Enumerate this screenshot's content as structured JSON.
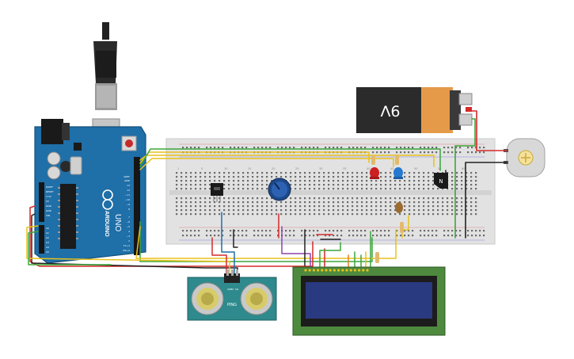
{
  "board": {
    "brand": "ARDUINO",
    "model": "UNO",
    "power_header": [
      "IOREF",
      "RESET",
      "3.3V",
      "5V",
      "GND",
      "GND",
      "VIN"
    ],
    "analog_header": [
      "A0",
      "A1",
      "A2",
      "A3",
      "A4",
      "A5"
    ],
    "digital_header": [
      "AREF",
      "GND",
      "13",
      "12",
      "~11",
      "~10",
      "~9",
      "8",
      "7",
      "~6",
      "~5",
      "4",
      "~3",
      "2",
      "TX→1",
      "RX←0"
    ]
  },
  "battery": {
    "label": "9V"
  },
  "breadboard": {
    "column_numbers": [
      "1",
      "5",
      "10",
      "15",
      "20",
      "25",
      "30",
      "35",
      "40",
      "45",
      "50",
      "55",
      "60"
    ]
  },
  "transistor": {
    "label": "N"
  },
  "sensor": {
    "name": "PING",
    "pins": [
      "GND",
      "5V",
      "SIG"
    ]
  },
  "lcd": {
    "pin_count": 16
  },
  "colors": {
    "arduino_blue": "#1f6fa8",
    "breadboard": "#e2e2e2",
    "battery_orange": "#e59a4a",
    "battery_black": "#2b2b2b",
    "lcd_green": "#4e8a3e",
    "lcd_screen": "#2a3a80",
    "sensor_teal": "#2e8a8c",
    "wire_green": "#3aa63a",
    "wire_yellow": "#e8c21a",
    "wire_red": "#d42a2a",
    "wire_black": "#222222",
    "wire_purple": "#8e44ad",
    "wire_orange": "#e67e22"
  }
}
